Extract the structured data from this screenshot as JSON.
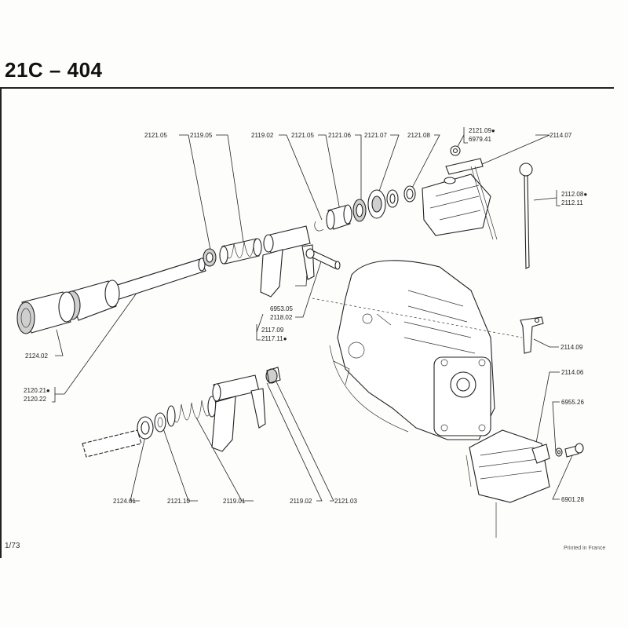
{
  "header": {
    "title": "21C – 404"
  },
  "footer": {
    "page": "1/73",
    "printed": "Printed in France"
  },
  "labels": {
    "l2121_05a": "2121.05",
    "l2119_05": "2119.05",
    "l2119_02a": "2119.02",
    "l2121_05b": "2121.05",
    "l2121_06": "2121.06",
    "l2121_07": "2121.07",
    "l2121_08": "2121.08",
    "l2121_09": "2121.09●",
    "l6979_41": "6979.41",
    "l2114_07": "2114.07",
    "l2112_08": "2112.08●",
    "l2112_11": "2112.11",
    "l6953_05": "6953.05",
    "l2118_02": "2118.02",
    "l2117_09": "2117.09",
    "l2117_11": "2117.11●",
    "l2114_09": "2114.09",
    "l2124_02": "2124.02",
    "l2120_21": "2120.21●",
    "l2120_22": "2120.22",
    "l2114_06": "2114.06",
    "l6955_26": "6955.26",
    "l6901_28": "6901.28",
    "l2124_01": "2124.01",
    "l2121_10": "2121.10",
    "l2119_01": "2119.01",
    "l2119_02b": "2119.02",
    "l2121_03": "2121.03"
  }
}
